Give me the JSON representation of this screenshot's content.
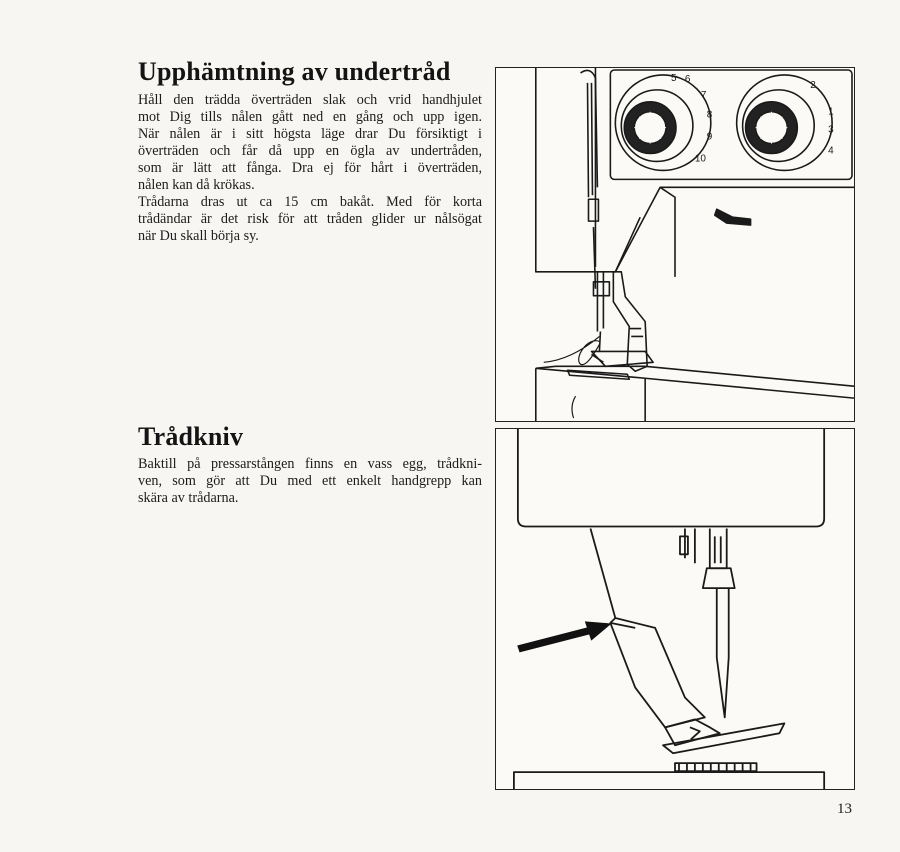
{
  "sections": [
    {
      "heading": "Upphämtning av undertråd",
      "lines": [
        "Håll den trädda överträden slak och vrid handhjulet",
        "mot Dig tills nålen gått ned en gång och upp igen.",
        "När nålen är i sitt högsta läge drar Du försiktigt i",
        "överträden och får då upp en ögla av undertråden,",
        "som är lätt att fånga. Dra ej för hårt i överträden,",
        "nålen kan då krökas.",
        "Trådarna dras ut ca 15 cm bakåt. Med för korta",
        "trådändar är det risk för att tråden glider ur nålsögat",
        "när Du skall börja sy."
      ]
    },
    {
      "heading": "Trådkniv",
      "lines": [
        "Baktill på pressarstången finns en vass egg, trådkni-",
        "ven, som gör att Du med ett enkelt handgrepp kan",
        "skära av trådarna."
      ]
    }
  ],
  "figures": [
    {
      "dial_left_numbers": [
        "5",
        "6",
        "7",
        "8",
        "9",
        "10"
      ],
      "dial_right_numbers": [
        "1",
        "2",
        "3",
        "4"
      ]
    },
    {}
  ],
  "page_number": "13"
}
